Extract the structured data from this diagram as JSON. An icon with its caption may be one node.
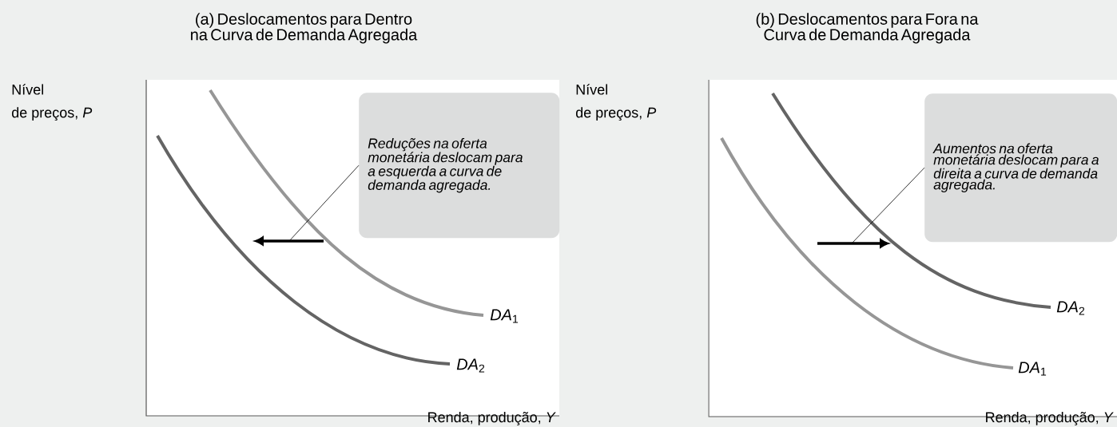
{
  "diagram": {
    "nodes": [
      {
        "text": [
          "Reduções na oferta monetária deslocam para a esquerda a curva de demanda agregada."
        ]
      },
      {
        "text": [
          "Aumentos na oferta monetária deslocam para a direita a curva de demanda agregada."
        ]
      }
    ],
    "edges": [
      {
        "from": 0,
        "to": null,
        "arrow": "none"
      },
      {
        "from": 1,
        "to": null,
        "arrow": "none"
      }
    ],
    "labels": [
      "(a) Deslocamentos para Dentro na Curva de Demanda Agregada",
      "(b) Deslocamentos para Fora na Curva de Demanda Agregada",
      "Nível",
      "de preços, *P*",
      "Nível",
      "de preços, *P*",
      "*DA*$_{1}$",
      "*DA*$_{2}$",
      "Renda, produção, *Y*",
      "*DA*$_{2}$",
      "*DA*$_{1}$",
      "Renda, produção, *Y*"
    ]
  }
}
